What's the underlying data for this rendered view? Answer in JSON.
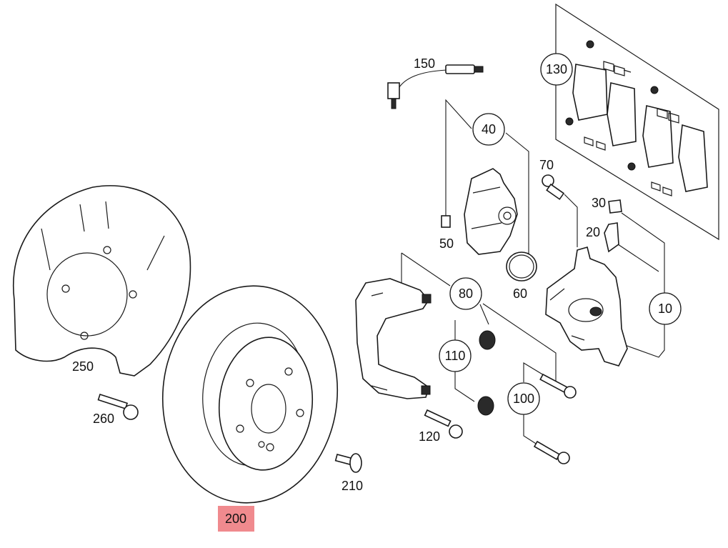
{
  "parts": {
    "p10": "10",
    "p20": "20",
    "p30": "30",
    "p40": "40",
    "p50": "50",
    "p60": "60",
    "p70": "70",
    "p80": "80",
    "p100": "100",
    "p110": "110",
    "p120": "120",
    "p130": "130",
    "p150": "150",
    "p200": "200",
    "p210": "210",
    "p250": "250",
    "p260": "260"
  },
  "highlighted_part": "200",
  "colors": {
    "highlight": "#f08a8e",
    "line": "#1a1a1a"
  }
}
